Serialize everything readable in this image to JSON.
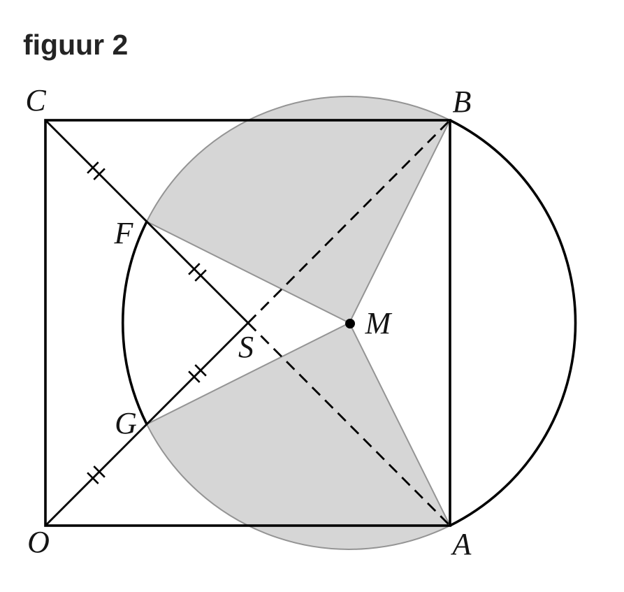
{
  "title": "figuur 2",
  "labels": {
    "C": "C",
    "B": "B",
    "F": "F",
    "M": "M",
    "S": "S",
    "G": "G",
    "O": "O",
    "A": "A"
  },
  "colors": {
    "shaded_fill": "#d6d6d6",
    "shaded_stroke": "#949494",
    "line": "#000000",
    "background": "#ffffff"
  }
}
